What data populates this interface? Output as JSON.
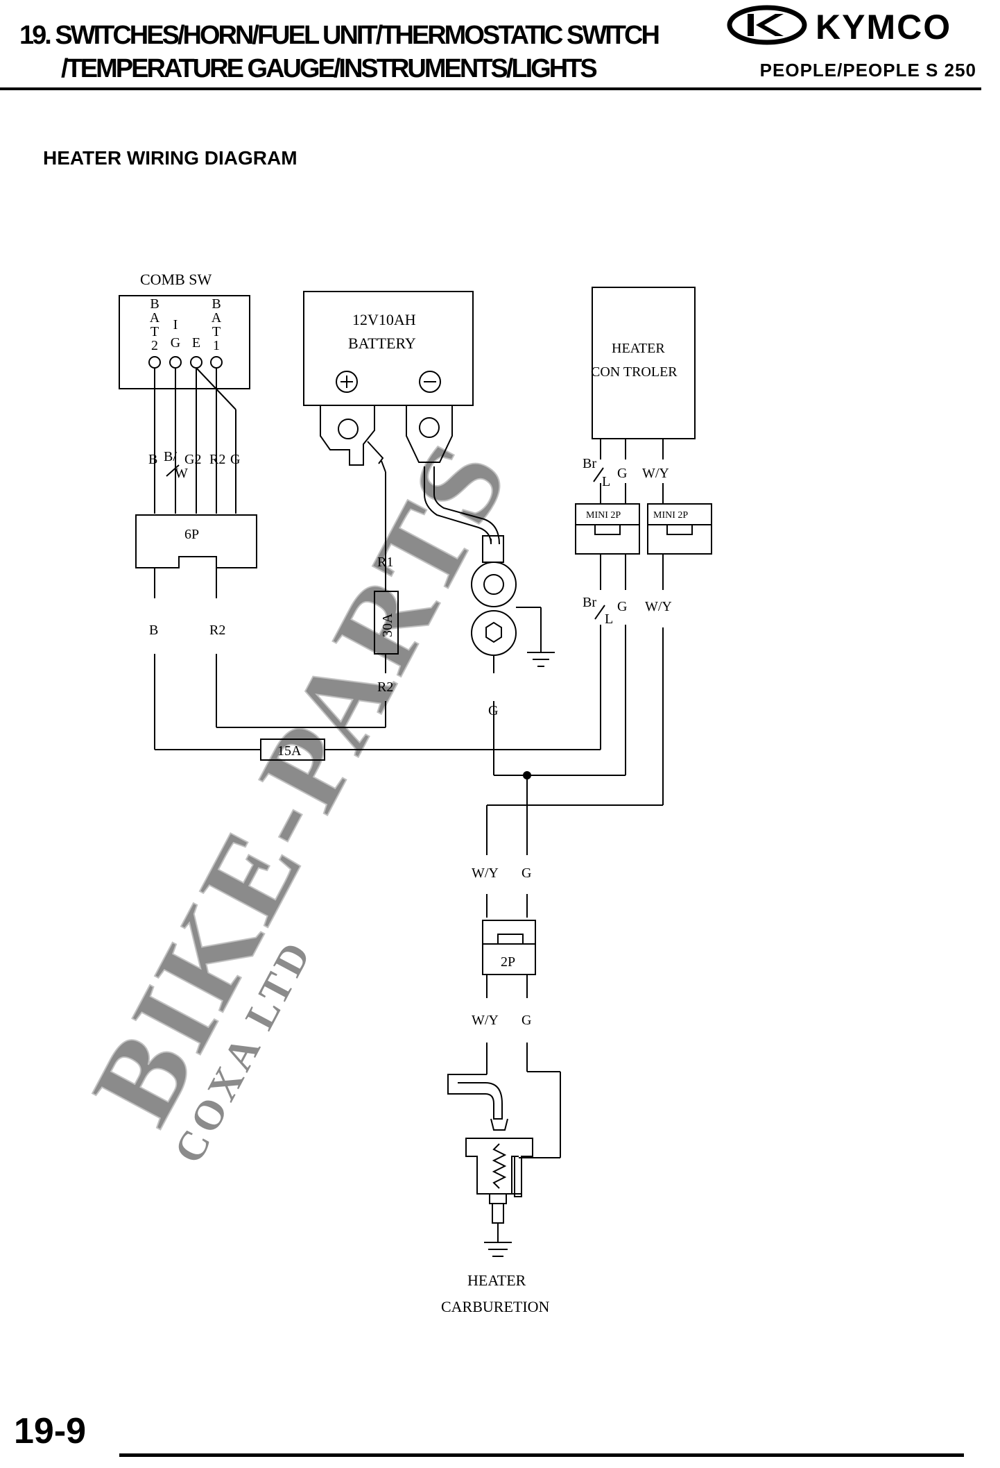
{
  "header": {
    "title_line_1": "19.  SWITCHES/HORN/FUEL UNIT/THERMOSTATIC SWITCH",
    "title_line_2": "/TEMPERATURE GAUGE/INSTRUMENTS/LIGHTS",
    "brand": "KYMCO",
    "model": "PEOPLE/PEOPLE S 250"
  },
  "section_heading": "HEATER WIRING DIAGRAM",
  "diagram": {
    "comb_sw": {
      "title": "COMB SW",
      "terminals": [
        [
          "B",
          "A",
          "T",
          "2"
        ],
        [
          "I",
          "G"
        ],
        [
          "E"
        ],
        [
          "B",
          "A",
          "T",
          "1"
        ]
      ],
      "wire_colors": [
        "B",
        "B/",
        "W",
        "G2",
        "R2",
        "G"
      ]
    },
    "connector_6p": "6P",
    "lower_wires": [
      "B",
      "R2"
    ],
    "battery": {
      "line1": "12V10AH",
      "line2": "BATTERY"
    },
    "r1": "R1",
    "fuse_main": "30A",
    "r2": "R2",
    "fuse_15a": "15A",
    "ground_wire": "G",
    "heater_controller": {
      "line1": "HEATER",
      "line2": "CON TROLER"
    },
    "controller_wires": {
      "br": "Br",
      "l": "L",
      "g": "G",
      "wy": "W/Y"
    },
    "mini_connector": "MINI 2P",
    "connector_2p": {
      "label": "2P",
      "wy": "W/Y",
      "g": "G"
    },
    "carburetion": {
      "line1": "HEATER",
      "line2": "CARBURETION"
    }
  },
  "watermark": {
    "main": "BIKE-PARTS",
    "sub": "COXA LTD"
  },
  "footer": {
    "page_number": "19-9"
  },
  "icons": [
    "kymco-logo-icon",
    "battery-positive-icon",
    "battery-negative-icon",
    "ground-icon",
    "fuse-icon",
    "resistor-icon"
  ]
}
